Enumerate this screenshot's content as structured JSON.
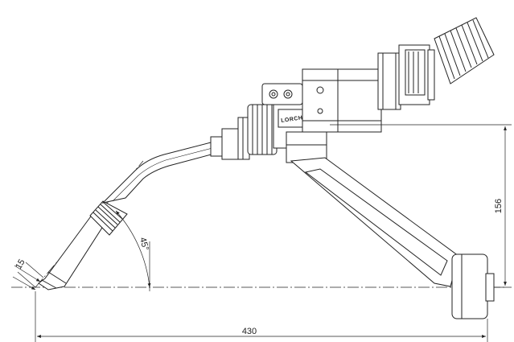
{
  "drawing": {
    "brand_label": "LORCH",
    "dimensions": {
      "overall_length": "430",
      "height": "156",
      "tip_offset": "15",
      "angle": "45°"
    }
  }
}
